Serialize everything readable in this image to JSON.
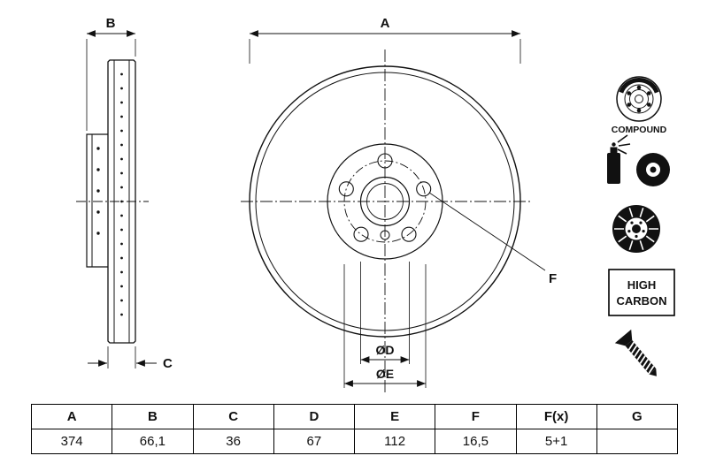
{
  "drawing": {
    "labels": {
      "dim_a": "A",
      "dim_b": "B",
      "dim_c": "C",
      "dim_d": "ØD",
      "dim_e": "ØE",
      "hole_ref": "F"
    },
    "icons": {
      "compound": "COMPOUND",
      "high_carbon_line1": "HIGH",
      "high_carbon_line2": "CARBON"
    }
  },
  "table": {
    "headers": [
      "A",
      "B",
      "C",
      "D",
      "E",
      "F",
      "F(x)",
      "G"
    ],
    "values": [
      "374",
      "66,1",
      "36",
      "67",
      "112",
      "16,5",
      "5+1",
      ""
    ]
  }
}
